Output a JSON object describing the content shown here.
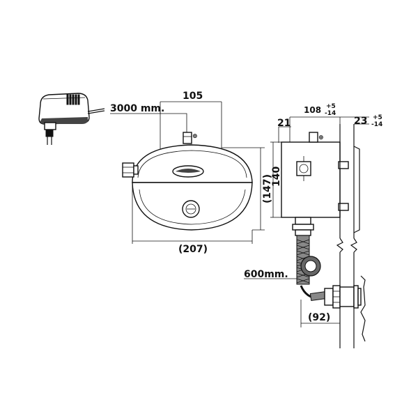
{
  "dimensions": {
    "unit_cable": "3000 mm.",
    "width_top": "105",
    "body_width": "(207)",
    "body_height": "(147)",
    "box_depth": "108",
    "box_depth_tol_plus": "+5",
    "box_depth_tol_minus": "-14",
    "left_offset": "21",
    "right_offset": "23",
    "right_offset_tol_plus": "+5",
    "right_offset_tol_minus": "-14",
    "box_height": "140",
    "hose_length": "600mm.",
    "valve_depth": "(92)"
  },
  "icons": [
    "power-adapter-icon",
    "cover-plate-icon",
    "installation-box-icon",
    "wall-section-icon",
    "stop-valve-icon",
    "flexible-hose-icon"
  ]
}
